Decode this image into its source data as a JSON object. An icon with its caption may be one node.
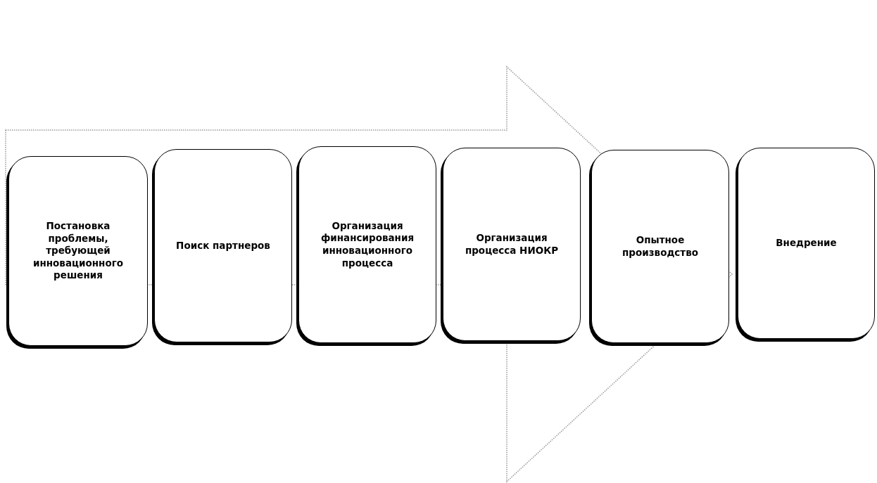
{
  "diagram": {
    "nodes": [
      {
        "text": [
          "Постановка проблемы, требующей инновационного решения"
        ]
      },
      {
        "text": [
          "Поиск партнеров"
        ]
      },
      {
        "text": [
          "Организация финансирования инновационного процесса"
        ]
      },
      {
        "text": [
          "Организация процесса НИОКР"
        ]
      },
      {
        "text": [
          "Опытное производство"
        ]
      },
      {
        "text": [
          "Внедрение"
        ]
      }
    ],
    "edges": [
      {
        "from": 0,
        "to": 5,
        "arrow": "to"
      }
    ]
  }
}
